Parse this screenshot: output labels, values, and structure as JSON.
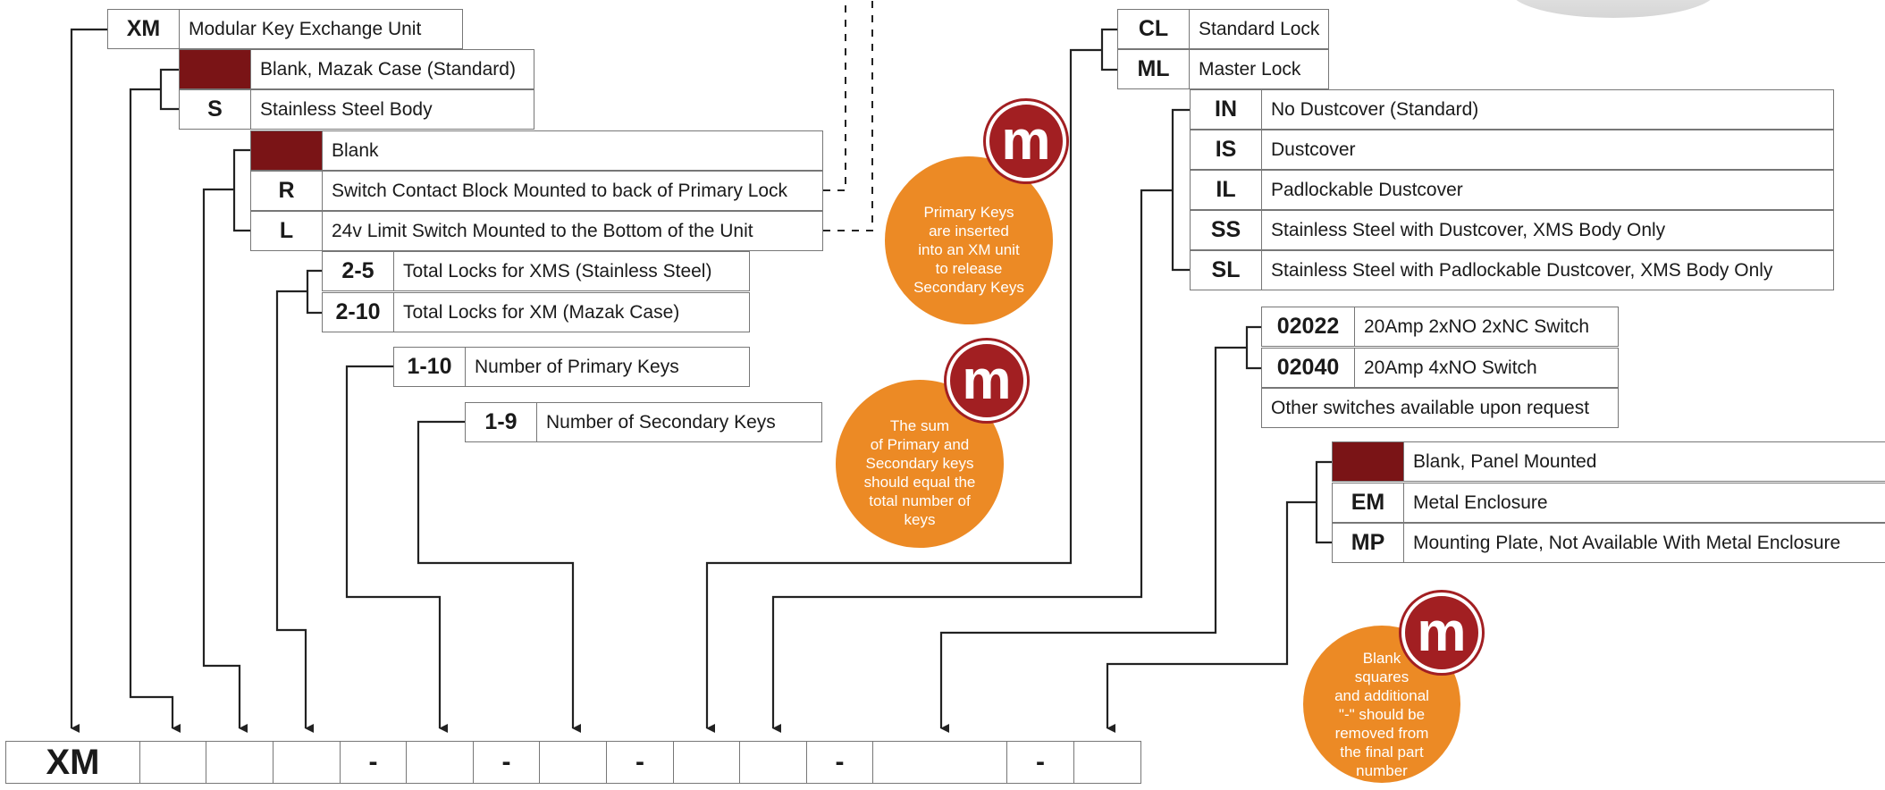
{
  "options": {
    "base": {
      "code": "XM",
      "label": "Modular Key Exchange Unit"
    },
    "case": [
      {
        "code": "",
        "label": "Blank, Mazak Case (Standard)",
        "blank": true
      },
      {
        "code": "S",
        "label": "Stainless Steel Body"
      }
    ],
    "switch_mount": [
      {
        "code": "",
        "label": "Blank",
        "blank": true
      },
      {
        "code": "R",
        "label": "Switch Contact Block Mounted to back of Primary Lock"
      },
      {
        "code": "L",
        "label": "24v Limit Switch Mounted to the Bottom of the Unit"
      }
    ],
    "total_locks": [
      {
        "code": "2-5",
        "label": "Total Locks for XMS (Stainless Steel)"
      },
      {
        "code": "2-10",
        "label": "Total Locks for XM (Mazak Case)"
      }
    ],
    "primary_keys": {
      "code": "1-10",
      "label": "Number of Primary Keys"
    },
    "secondary_keys": {
      "code": "1-9",
      "label": "Number of Secondary Keys"
    },
    "lock_type": [
      {
        "code": "CL",
        "label": "Standard Lock"
      },
      {
        "code": "ML",
        "label": "Master Lock"
      }
    ],
    "dustcover": [
      {
        "code": "IN",
        "label": "No Dustcover (Standard)"
      },
      {
        "code": "IS",
        "label": "Dustcover"
      },
      {
        "code": "IL",
        "label": "Padlockable Dustcover"
      },
      {
        "code": "SS",
        "label": "Stainless Steel with Dustcover, XMS Body Only"
      },
      {
        "code": "SL",
        "label": "Stainless Steel with Padlockable Dustcover, XMS Body Only"
      }
    ],
    "switch_type": [
      {
        "code": "02022",
        "label": "20Amp 2xNO 2xNC Switch"
      },
      {
        "code": "02040",
        "label": "20Amp 4xNO Switch"
      }
    ],
    "switch_note": "Other switches available upon request",
    "mounting": [
      {
        "code": "",
        "label": "Blank, Panel Mounted",
        "blank": true
      },
      {
        "code": "EM",
        "label": "Metal Enclosure"
      },
      {
        "code": "MP",
        "label": "Mounting Plate, Not Available With Metal Enclosure"
      }
    ]
  },
  "notes": [
    {
      "logo": "m",
      "text": "Primary Keys\nare inserted\ninto an XM unit\nto release\nSecondary Keys"
    },
    {
      "logo": "m",
      "text": "The sum\nof Primary and\nSecondary keys\nshould equal the\ntotal number of\nkeys"
    },
    {
      "logo": "m",
      "text": "Blank\nsquares\nand additional\n\"-\" should be\nremoved from\nthe final part\nnumber"
    }
  ],
  "part_number": [
    "XM",
    "",
    "",
    "",
    "-",
    "",
    "-",
    "",
    "-",
    "",
    "",
    "-",
    "",
    "-",
    ""
  ],
  "colors": {
    "blank_fill": "#7a1416",
    "note_fill": "#ec8a25",
    "logo_fill": "#a21f22",
    "line": "#222222",
    "border": "#777777"
  }
}
